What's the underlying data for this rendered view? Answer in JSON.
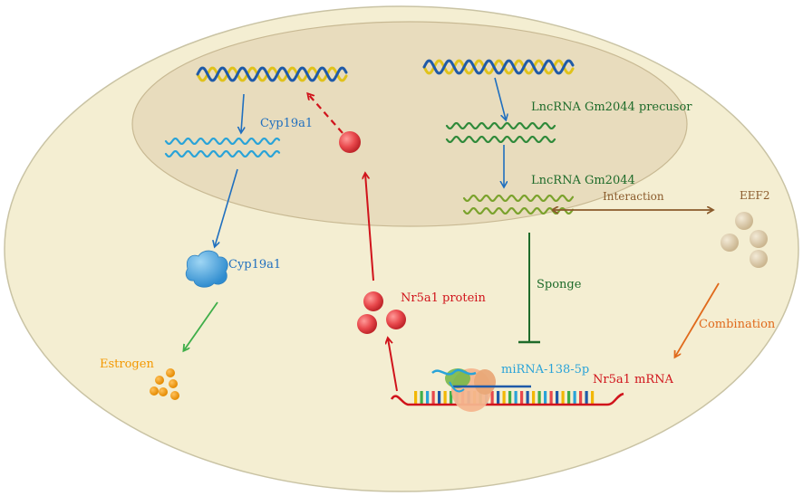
{
  "labels": {
    "cyp_gene": "Cyp19a1",
    "cyp_protein": "Cyp19a1",
    "estrogen": "Estrogen",
    "lnc_precursor": "LncRNA Gm2044 precusor",
    "lnc_mature": "LncRNA Gm2044",
    "interaction": "Interaction",
    "eef2": "EEF2",
    "sponge": "Sponge",
    "combination": "Combination",
    "nr5a1_protein": "Nr5a1 protein",
    "mirna": "miRNA-138-5p",
    "nr5a1_mrna": "Nr5a1 mRNA"
  },
  "colors": {
    "cell": "#f4eed2",
    "cell_border": "#c9c3a4",
    "nucleus": "#e8dcbd",
    "nucleus_border": "#c8b993",
    "blue": "#1f6fbf",
    "green": "#1e6b2a",
    "red": "#d0131b",
    "brown": "#8a5a2b",
    "orange": "#e06a1c",
    "estrogen_orange": "#f39800",
    "light_green": "#3fae49",
    "dna_yellow": "#e0c21a",
    "dna_blue": "#1f5aa8",
    "rna_blue": "#29a3d8",
    "rna_green": "#2f8a3a",
    "lnc_green": "#7aa22c",
    "protein_red": "#e8484c",
    "eef2_ball": "#d9c9a9",
    "cyp_blob": "#3ea4dd"
  }
}
